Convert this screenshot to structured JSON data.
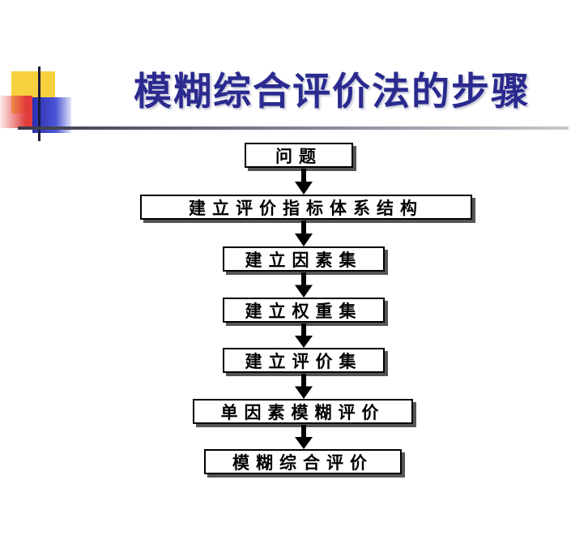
{
  "title": "模糊综合评价法的步骤",
  "steps": [
    "问题",
    "建立评价指标体系结构",
    "建立因素集",
    "建立权重集",
    "建立评价集",
    "单因素模糊评价",
    "模糊综合评价"
  ],
  "colors": {
    "title": "#2a2a8f",
    "accent_yellow": "#f7d13d",
    "accent_red": "#e23b3b",
    "accent_blue": "#2b2fb2",
    "box_border": "#000000"
  }
}
